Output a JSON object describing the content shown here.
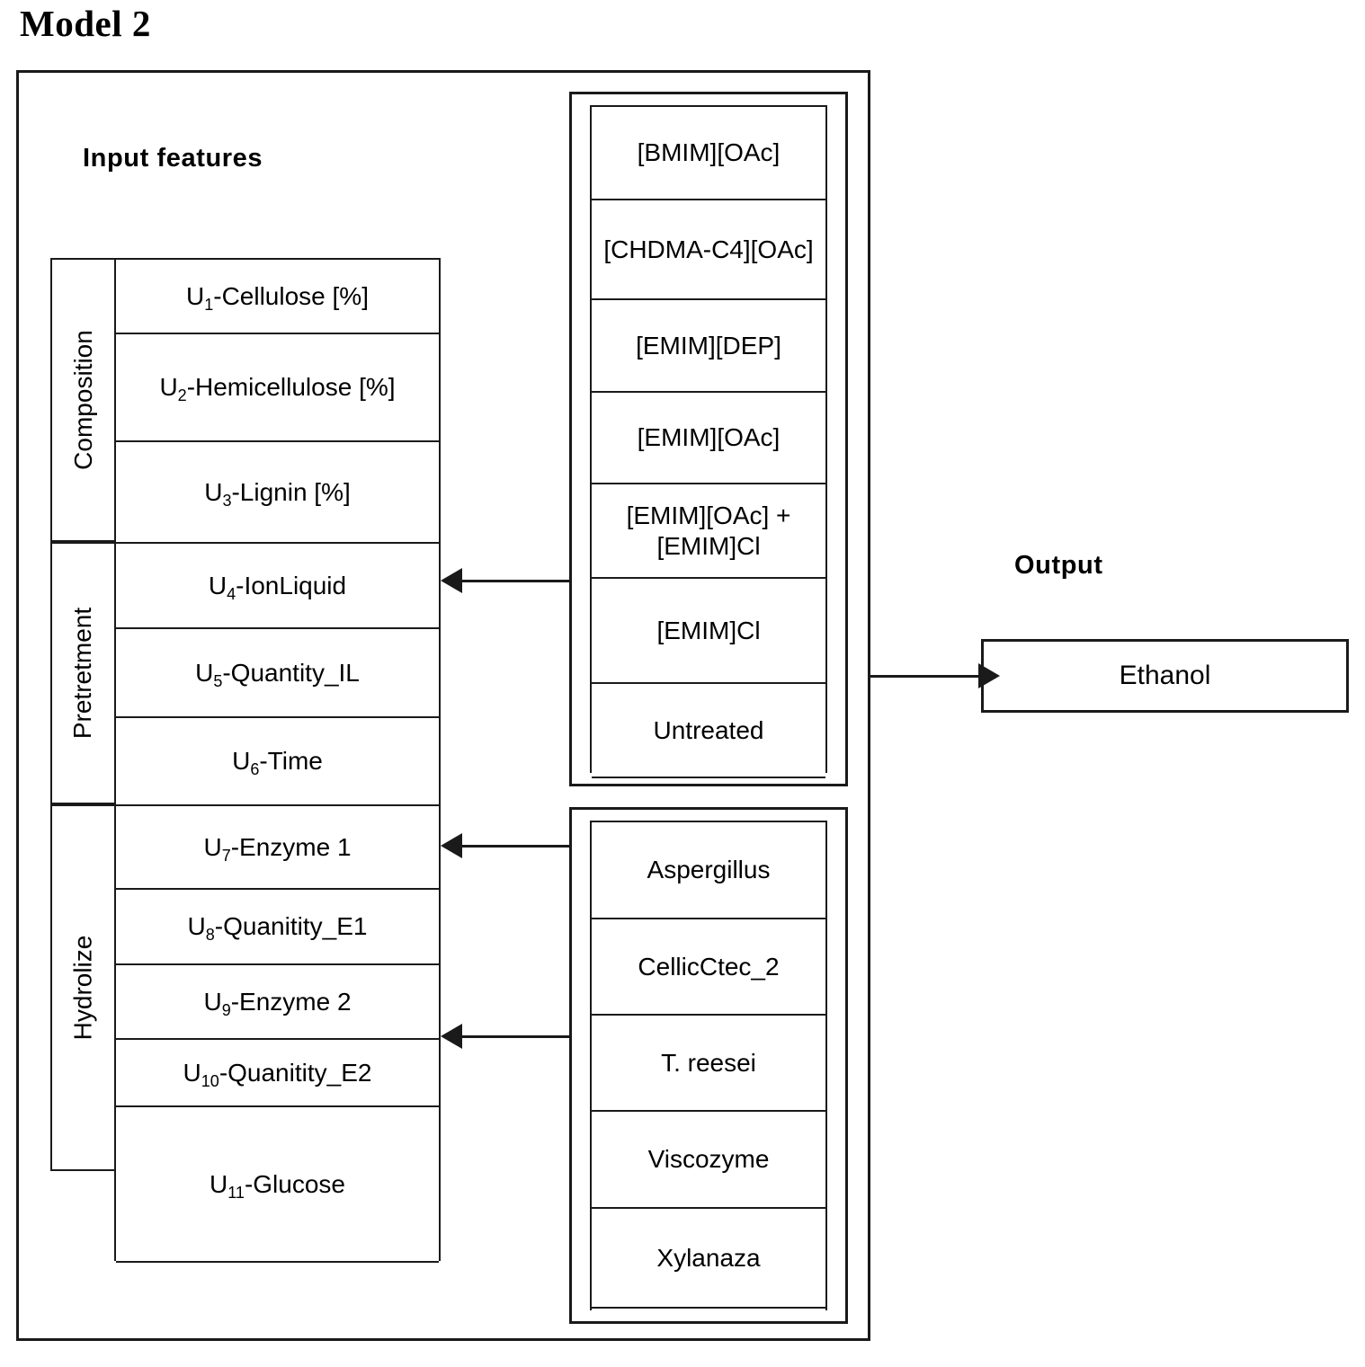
{
  "title": "Model 2",
  "headings": {
    "input_features": "Input features",
    "output": "Output"
  },
  "groups": [
    {
      "label": "Composition",
      "rows": 3
    },
    {
      "label": "Pretretment",
      "rows": 3
    },
    {
      "label": "Hydrolize",
      "rows": 4
    }
  ],
  "features": [
    {
      "u": "U",
      "sub": "1",
      "text": "-Cellulose [%]"
    },
    {
      "u": "U",
      "sub": "2",
      "text": "-Hemicellulose [%]"
    },
    {
      "u": "U",
      "sub": "3",
      "text": "-Lignin [%]"
    },
    {
      "u": "U",
      "sub": "4",
      "text": "-IonLiquid"
    },
    {
      "u": "U",
      "sub": "5",
      "text": "-Quantity_IL"
    },
    {
      "u": "U",
      "sub": "6",
      "text": "-Time"
    },
    {
      "u": "U",
      "sub": "7",
      "text": "-Enzyme 1"
    },
    {
      "u": "U",
      "sub": "8",
      "text": "-Quanitity_E1"
    },
    {
      "u": "U",
      "sub": "9",
      "text": "-Enzyme 2"
    },
    {
      "u": "U",
      "sub": "10",
      "text": "-Quanitity_E2"
    },
    {
      "u": "U",
      "sub": "11",
      "text": "-Glucose"
    }
  ],
  "ionic_liquids": {
    "panel_name": "ionic-liquid-options",
    "options": [
      "[BMIM][OAc]",
      "[CHDMA-C4][OAc]",
      "[EMIM][DEP]",
      "[EMIM][OAc]",
      "[EMIM][OAc] +[EMIM]Cl",
      "[EMIM]Cl",
      "Untreated"
    ]
  },
  "enzymes": {
    "panel_name": "enzyme-options",
    "options": [
      "Aspergillus",
      "CellicCtec_2",
      "T. reesei",
      "Viscozyme",
      "Xylanaza"
    ]
  },
  "output": {
    "value": "Ethanol"
  },
  "colors": {
    "line": "#1a1a1a",
    "background": "#ffffff",
    "text": "#000000"
  }
}
